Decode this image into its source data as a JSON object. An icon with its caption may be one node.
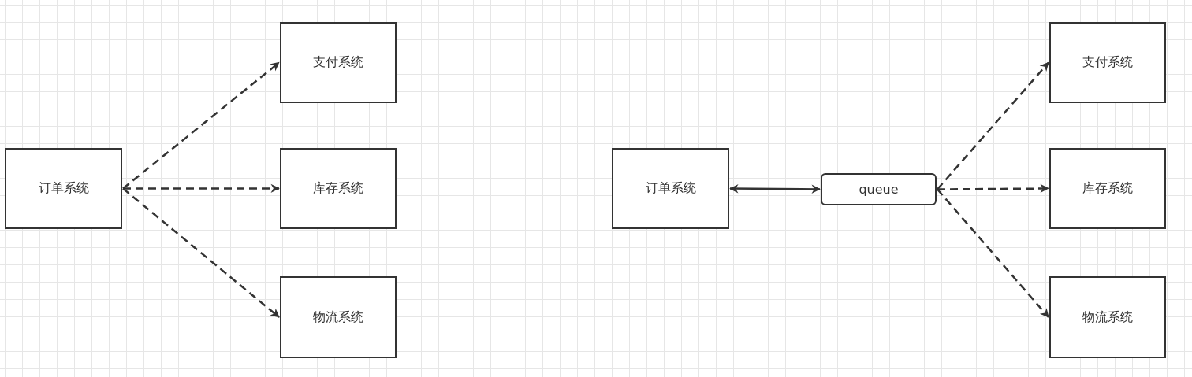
{
  "diagram": {
    "nodes": [
      {
        "text": [
          "订单系统"
        ]
      },
      {
        "text": [
          "支付系统"
        ]
      },
      {
        "text": [
          "库存系统"
        ]
      },
      {
        "text": [
          "物流系统"
        ]
      },
      {
        "text": [
          "订单系统"
        ]
      },
      {
        "text": [
          "queue"
        ]
      },
      {
        "text": [
          "支付系统"
        ]
      },
      {
        "text": [
          "库存系统"
        ]
      },
      {
        "text": [
          "物流系统"
        ]
      }
    ],
    "edges": [
      {
        "from": 0,
        "to": 1,
        "arrow": "to",
        "style": "dashed"
      },
      {
        "from": 0,
        "to": 2,
        "arrow": "to",
        "style": "dashed"
      },
      {
        "from": 0,
        "to": 3,
        "arrow": "to",
        "style": "dashed"
      },
      {
        "from": 4,
        "to": 5,
        "arrow": "both"
      },
      {
        "from": 5,
        "to": 6,
        "arrow": "to",
        "style": "dashed"
      },
      {
        "from": 5,
        "to": 7,
        "arrow": "to",
        "style": "dashed"
      },
      {
        "from": 5,
        "to": 8,
        "arrow": "to",
        "style": "dashed"
      }
    ]
  }
}
